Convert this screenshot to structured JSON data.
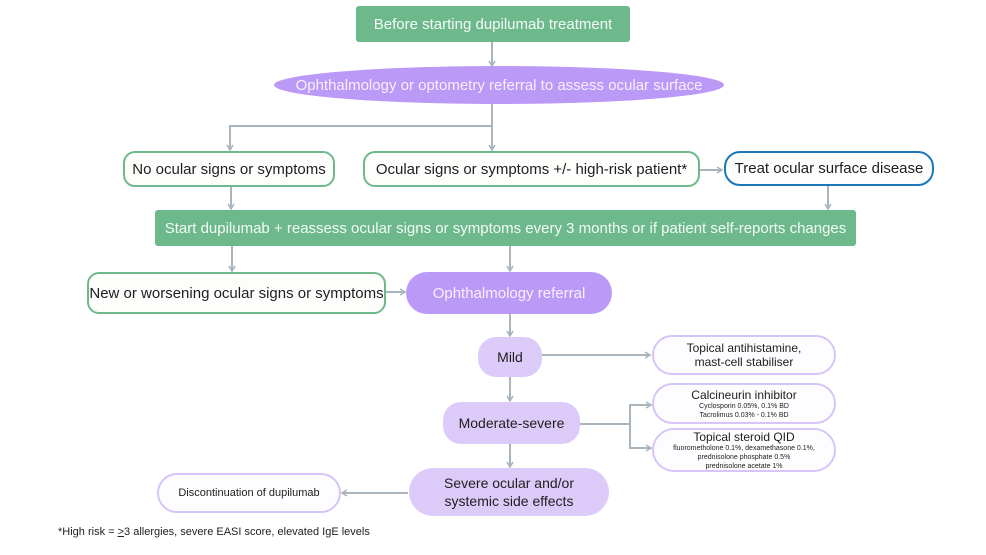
{
  "diagram": {
    "nodes": {
      "before_start": "Before starting dupilumab treatment",
      "referral_assess": "Ophthalmology or optometry referral to assess ocular surface",
      "no_signs": "No ocular signs or symptoms",
      "signs_high_risk": "Ocular signs or symptoms +/- high-risk patient*",
      "treat_surface": "Treat ocular surface disease",
      "start_reassess": "Start dupilumab + reassess ocular signs or symptoms every 3 months or if patient self-reports changes",
      "new_worsening": "New or worsening ocular signs or symptoms",
      "ophth_referral": "Ophthalmology referral",
      "mild": "Mild",
      "moderate_severe": "Moderate-severe",
      "severe_line1": "Severe ocular and/or",
      "severe_line2": "systemic side effects",
      "discontinuation": "Discontinuation of dupilumab",
      "antihistamine_line1": "Topical antihistamine,",
      "antihistamine_line2": "mast-cell stabiliser",
      "calcineurin_title": "Calcineurin inhibitor",
      "calcineurin_detail1": "Cyclosporin 0.05%, 0.1% BD",
      "calcineurin_detail2": "Tacrolimus 0.03% - 0.1% BD",
      "steroid_title": "Topical steroid QID",
      "steroid_detail1": "fluorometholone 0.1%, dexamethasone 0.1%,",
      "steroid_detail2": "prednisolone phosphate 0.5%",
      "steroid_detail3": "prednisolone acetate 1%"
    },
    "footnote": {
      "prefix": "*High risk = ",
      "underlined": ">",
      "suffix": "3 allergies, severe EASI score, elevated IgE levels"
    },
    "colors": {
      "green": "#6db98c",
      "purple": "#bb99f7",
      "light_purple": "#dccbf9",
      "blue": "#1b78b8",
      "connector": "#a9b4bc"
    }
  }
}
